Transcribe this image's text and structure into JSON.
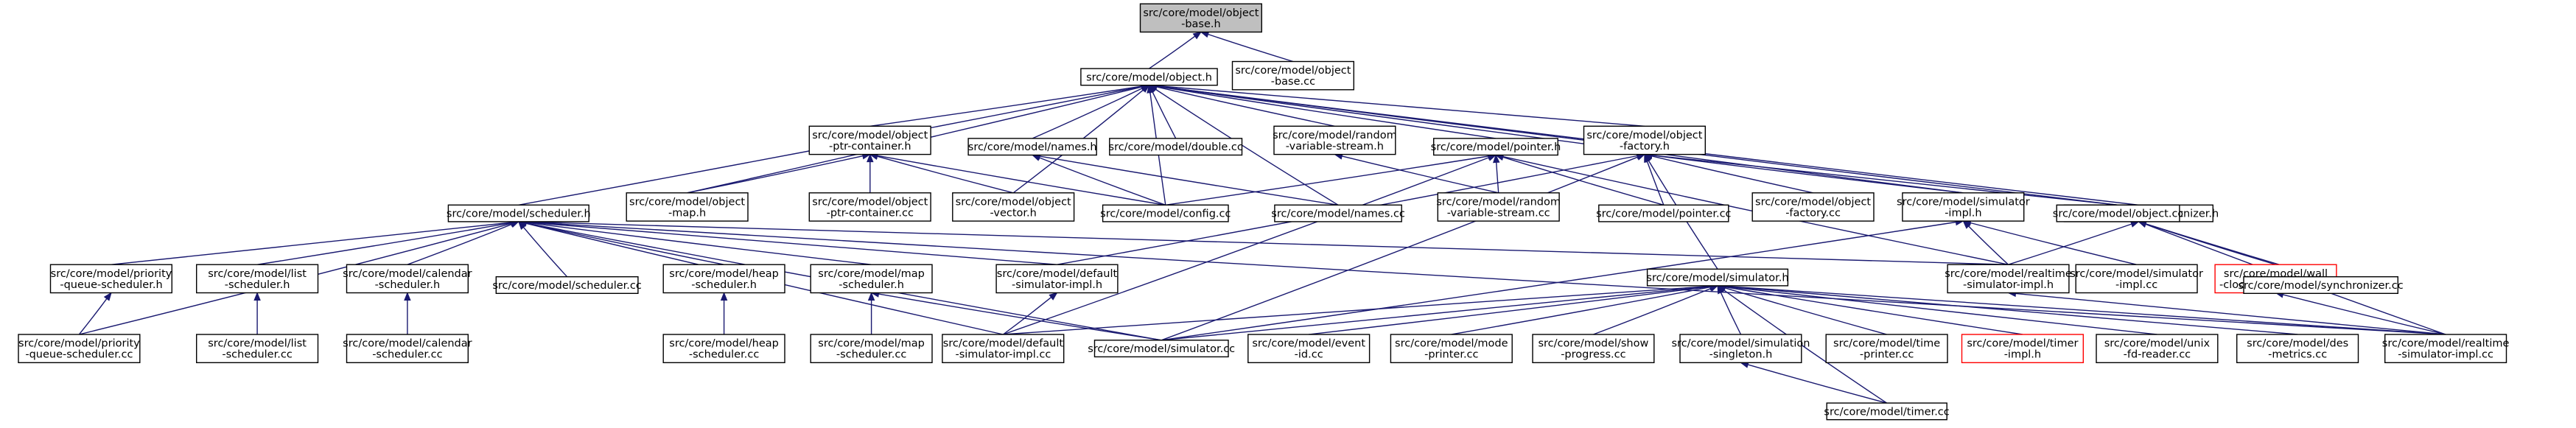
{
  "diagram": {
    "nodes": [
      {
        "id": "root",
        "lines": [
          "src/core/model/object",
          "-base.h"
        ],
        "style": "root"
      },
      {
        "id": "obase_cc",
        "lines": [
          "src/core/model/object",
          "-base.cc"
        ]
      },
      {
        "id": "object_h",
        "lines": [
          "src/core/model/object.h"
        ]
      },
      {
        "id": "objptr_h",
        "lines": [
          "src/core/model/object",
          "-ptr-container.h"
        ]
      },
      {
        "id": "names_h",
        "lines": [
          "src/core/model/names.h"
        ]
      },
      {
        "id": "double_cc",
        "lines": [
          "src/core/model/double.cc"
        ]
      },
      {
        "id": "rvs_h",
        "lines": [
          "src/core/model/random",
          "-variable-stream.h"
        ]
      },
      {
        "id": "pointer_h",
        "lines": [
          "src/core/model/pointer.h"
        ]
      },
      {
        "id": "ofactory_h",
        "lines": [
          "src/core/model/object",
          "-factory.h"
        ]
      },
      {
        "id": "synchronizer_h",
        "lines": [
          "src/core/model/synchronizer.h"
        ]
      },
      {
        "id": "scheduler_h",
        "lines": [
          "src/core/model/scheduler.h"
        ]
      },
      {
        "id": "omap_h",
        "lines": [
          "src/core/model/object",
          "-map.h"
        ]
      },
      {
        "id": "optrc_cc",
        "lines": [
          "src/core/model/object",
          "-ptr-container.cc"
        ]
      },
      {
        "id": "ovector_h",
        "lines": [
          "src/core/model/object",
          "-vector.h"
        ]
      },
      {
        "id": "config_cc",
        "lines": [
          "src/core/model/config.cc"
        ]
      },
      {
        "id": "names_cc",
        "lines": [
          "src/core/model/names.cc"
        ]
      },
      {
        "id": "rvs_cc",
        "lines": [
          "src/core/model/random",
          "-variable-stream.cc"
        ]
      },
      {
        "id": "pointer_cc",
        "lines": [
          "src/core/model/pointer.cc"
        ]
      },
      {
        "id": "ofactory_cc",
        "lines": [
          "src/core/model/object",
          "-factory.cc"
        ]
      },
      {
        "id": "simimpl_h",
        "lines": [
          "src/core/model/simulator",
          "-impl.h"
        ]
      },
      {
        "id": "object_cc",
        "lines": [
          "src/core/model/object.cc"
        ]
      },
      {
        "id": "prioq_h",
        "lines": [
          "src/core/model/priority",
          "-queue-scheduler.h"
        ]
      },
      {
        "id": "list_h",
        "lines": [
          "src/core/model/list",
          "-scheduler.h"
        ]
      },
      {
        "id": "cal_h",
        "lines": [
          "src/core/model/calendar",
          "-scheduler.h"
        ]
      },
      {
        "id": "scheduler_cc",
        "lines": [
          "src/core/model/scheduler.cc"
        ]
      },
      {
        "id": "heap_h",
        "lines": [
          "src/core/model/heap",
          "-scheduler.h"
        ]
      },
      {
        "id": "map_h",
        "lines": [
          "src/core/model/map",
          "-scheduler.h"
        ]
      },
      {
        "id": "defsim_h",
        "lines": [
          "src/core/model/default",
          "-simulator-impl.h"
        ]
      },
      {
        "id": "simulator_h",
        "lines": [
          "src/core/model/simulator.h"
        ]
      },
      {
        "id": "rtsim_h",
        "lines": [
          "src/core/model/realtime",
          "-simulator-impl.h"
        ]
      },
      {
        "id": "simimpl_cc",
        "lines": [
          "src/core/model/simulator",
          "-impl.cc"
        ]
      },
      {
        "id": "wallclock_h",
        "lines": [
          "src/core/model/wall",
          "-clock-synchronizer.h"
        ],
        "style": "trunc"
      },
      {
        "id": "sync_cc",
        "lines": [
          "src/core/model/synchronizer.cc"
        ]
      },
      {
        "id": "prioq_cc",
        "lines": [
          "src/core/model/priority",
          "-queue-scheduler.cc"
        ]
      },
      {
        "id": "list_cc",
        "lines": [
          "src/core/model/list",
          "-scheduler.cc"
        ]
      },
      {
        "id": "cal_cc",
        "lines": [
          "src/core/model/calendar",
          "-scheduler.cc"
        ]
      },
      {
        "id": "heap_cc",
        "lines": [
          "src/core/model/heap",
          "-scheduler.cc"
        ]
      },
      {
        "id": "map_cc",
        "lines": [
          "src/core/model/map",
          "-scheduler.cc"
        ]
      },
      {
        "id": "defsim_cc",
        "lines": [
          "src/core/model/default",
          "-simulator-impl.cc"
        ]
      },
      {
        "id": "simulator_cc",
        "lines": [
          "src/core/model/simulator.cc"
        ]
      },
      {
        "id": "eventid_cc",
        "lines": [
          "src/core/model/event",
          "-id.cc"
        ]
      },
      {
        "id": "modeprinter_cc",
        "lines": [
          "src/core/model/mode",
          "-printer.cc"
        ]
      },
      {
        "id": "showprog_cc",
        "lines": [
          "src/core/model/show",
          "-progress.cc"
        ]
      },
      {
        "id": "simsingleton_h",
        "lines": [
          "src/core/model/simulation",
          "-singleton.h"
        ]
      },
      {
        "id": "timeprinter_cc",
        "lines": [
          "src/core/model/time",
          "-printer.cc"
        ]
      },
      {
        "id": "timerimpl_h",
        "lines": [
          "src/core/model/timer",
          "-impl.h"
        ],
        "style": "trunc"
      },
      {
        "id": "unixfd_cc",
        "lines": [
          "src/core/model/unix",
          "-fd-reader.cc"
        ]
      },
      {
        "id": "desmetrics_cc",
        "lines": [
          "src/core/model/des",
          "-metrics.cc"
        ]
      },
      {
        "id": "rtsim_cc",
        "lines": [
          "src/core/model/realtime",
          "-simulator-impl.cc"
        ]
      },
      {
        "id": "timer_cc",
        "lines": [
          "src/core/model/timer.cc"
        ]
      }
    ],
    "edges": [
      [
        "obase_cc",
        "root"
      ],
      [
        "object_h",
        "root"
      ],
      [
        "objptr_h",
        "object_h"
      ],
      [
        "names_h",
        "object_h"
      ],
      [
        "double_cc",
        "object_h"
      ],
      [
        "rvs_h",
        "object_h"
      ],
      [
        "pointer_h",
        "object_h"
      ],
      [
        "ofactory_h",
        "object_h"
      ],
      [
        "synchronizer_h",
        "object_h"
      ],
      [
        "scheduler_h",
        "object_h"
      ],
      [
        "omap_h",
        "object_h"
      ],
      [
        "ovector_h",
        "object_h"
      ],
      [
        "config_cc",
        "object_h"
      ],
      [
        "names_cc",
        "object_h"
      ],
      [
        "simimpl_h",
        "object_h"
      ],
      [
        "object_cc",
        "object_h"
      ],
      [
        "omap_h",
        "objptr_h"
      ],
      [
        "optrc_cc",
        "objptr_h"
      ],
      [
        "ovector_h",
        "objptr_h"
      ],
      [
        "config_cc",
        "objptr_h"
      ],
      [
        "config_cc",
        "names_h"
      ],
      [
        "names_cc",
        "names_h"
      ],
      [
        "rvs_cc",
        "rvs_h"
      ],
      [
        "config_cc",
        "pointer_h"
      ],
      [
        "rvs_cc",
        "pointer_h"
      ],
      [
        "pointer_cc",
        "pointer_h"
      ],
      [
        "defsim_cc",
        "pointer_h"
      ],
      [
        "rtsim_h",
        "pointer_h"
      ],
      [
        "pointer_cc",
        "ofactory_h"
      ],
      [
        "ofactory_cc",
        "ofactory_h"
      ],
      [
        "simimpl_h",
        "ofactory_h"
      ],
      [
        "object_cc",
        "ofactory_h"
      ],
      [
        "simulator_h",
        "ofactory_h"
      ],
      [
        "defsim_h",
        "ofactory_h"
      ],
      [
        "simulator_cc",
        "ofactory_h"
      ],
      [
        "rtsim_h",
        "synchronizer_h"
      ],
      [
        "wallclock_h",
        "synchronizer_h"
      ],
      [
        "sync_cc",
        "synchronizer_h"
      ],
      [
        "rtsim_cc",
        "synchronizer_h"
      ],
      [
        "prioq_h",
        "scheduler_h"
      ],
      [
        "list_h",
        "scheduler_h"
      ],
      [
        "cal_h",
        "scheduler_h"
      ],
      [
        "scheduler_cc",
        "scheduler_h"
      ],
      [
        "heap_h",
        "scheduler_h"
      ],
      [
        "map_h",
        "scheduler_h"
      ],
      [
        "defsim_h",
        "scheduler_h"
      ],
      [
        "prioq_cc",
        "scheduler_h"
      ],
      [
        "simulator_cc",
        "scheduler_h"
      ],
      [
        "rtsim_h",
        "scheduler_h"
      ],
      [
        "rtsim_cc",
        "scheduler_h"
      ],
      [
        "defsim_cc",
        "scheduler_h"
      ],
      [
        "simimpl_cc",
        "simimpl_h"
      ],
      [
        "rtsim_h",
        "simimpl_h"
      ],
      [
        "simulator_cc",
        "simimpl_h"
      ],
      [
        "prioq_cc",
        "prioq_h"
      ],
      [
        "list_cc",
        "list_h"
      ],
      [
        "cal_cc",
        "cal_h"
      ],
      [
        "heap_cc",
        "heap_h"
      ],
      [
        "map_cc",
        "map_h"
      ],
      [
        "simulator_cc",
        "map_h"
      ],
      [
        "defsim_cc",
        "defsim_h"
      ],
      [
        "defsim_cc",
        "simulator_h"
      ],
      [
        "simulator_cc",
        "simulator_h"
      ],
      [
        "eventid_cc",
        "simulator_h"
      ],
      [
        "modeprinter_cc",
        "simulator_h"
      ],
      [
        "showprog_cc",
        "simulator_h"
      ],
      [
        "simsingleton_h",
        "simulator_h"
      ],
      [
        "timeprinter_cc",
        "simulator_h"
      ],
      [
        "timerimpl_h",
        "simulator_h"
      ],
      [
        "unixfd_cc",
        "simulator_h"
      ],
      [
        "desmetrics_cc",
        "simulator_h"
      ],
      [
        "rtsim_cc",
        "simulator_h"
      ],
      [
        "timer_cc",
        "simulator_h"
      ],
      [
        "rtsim_cc",
        "rtsim_h"
      ],
      [
        "rtsim_cc",
        "wallclock_h"
      ],
      [
        "timer_cc",
        "simsingleton_h"
      ]
    ]
  }
}
